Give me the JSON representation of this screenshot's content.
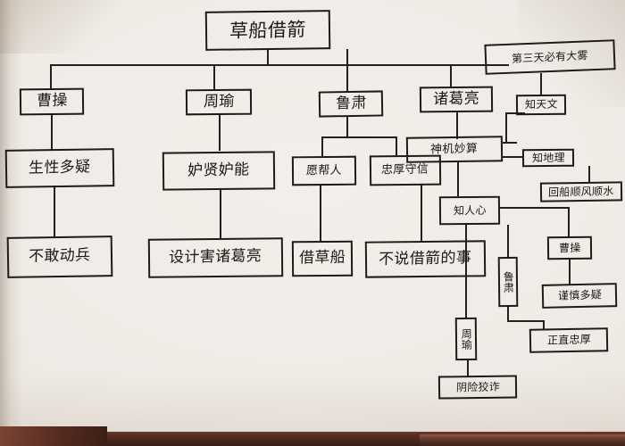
{
  "diagram": {
    "type": "hand-drawn-mind-map",
    "medium": "black pen on white paper, photographed",
    "title": "草船借箭",
    "language": "zh-Hans",
    "colors": {
      "ink": "#1d1c1a",
      "paper": "#efebe6",
      "desk": "#4e2a20"
    },
    "nodes": {
      "title": "草船借箭",
      "cao_cao": "曹操",
      "cao_cao_trait": "生性多疑",
      "cao_cao_result": "不敢动兵",
      "zhou_yu": "周瑜",
      "zhou_yu_trait": "妒贤妒能",
      "zhou_yu_result": "设计害诸葛亮",
      "lu_su": "鲁肃",
      "lu_su_trait1": "愿帮人",
      "lu_su_trait2": "忠厚守信",
      "lu_su_result1": "借草船",
      "lu_su_result2": "不说借箭的事",
      "zhuge_liang": "诸葛亮",
      "zhuge_liang_trait": "神机妙算",
      "fog": "第三天必有大雾",
      "know_astronomy": "知天文",
      "know_geography": "知地理",
      "return_boat": "回船顺风顺水",
      "know_hearts": "知人心",
      "cao_cao_2": "曹操",
      "cao_cao_2_trait": "谨慎多疑",
      "lu_su_2": "鲁肃",
      "lu_su_2_trait": "正直忠厚",
      "zhou_yu_2": "周瑜",
      "zhou_yu_2_trait": "阴险狡诈"
    },
    "branches": [
      {
        "root": "草船借箭",
        "children": [
          {
            "label": "曹操",
            "chain": [
              "生性多疑",
              "不敢动兵"
            ]
          },
          {
            "label": "周瑜",
            "chain": [
              "妒贤妒能",
              "设计害诸葛亮"
            ]
          },
          {
            "label": "鲁肃",
            "chain": [
              "愿帮人 → 借草船",
              "忠厚守信 → 不说借箭的事"
            ]
          },
          {
            "label": "诸葛亮",
            "chain": [
              "神机妙算"
            ]
          }
        ]
      },
      {
        "root": "神机妙算",
        "children": [
          {
            "label": "知天文",
            "chain": [
              "第三天必有大雾"
            ]
          },
          {
            "label": "知地理",
            "chain": [
              "回船顺风顺水"
            ]
          },
          {
            "label": "知人心",
            "chain": [
              "曹操 → 谨慎多疑",
              "鲁肃 → 正直忠厚",
              "周瑜 → 阴险狡诈"
            ]
          }
        ]
      }
    ]
  }
}
